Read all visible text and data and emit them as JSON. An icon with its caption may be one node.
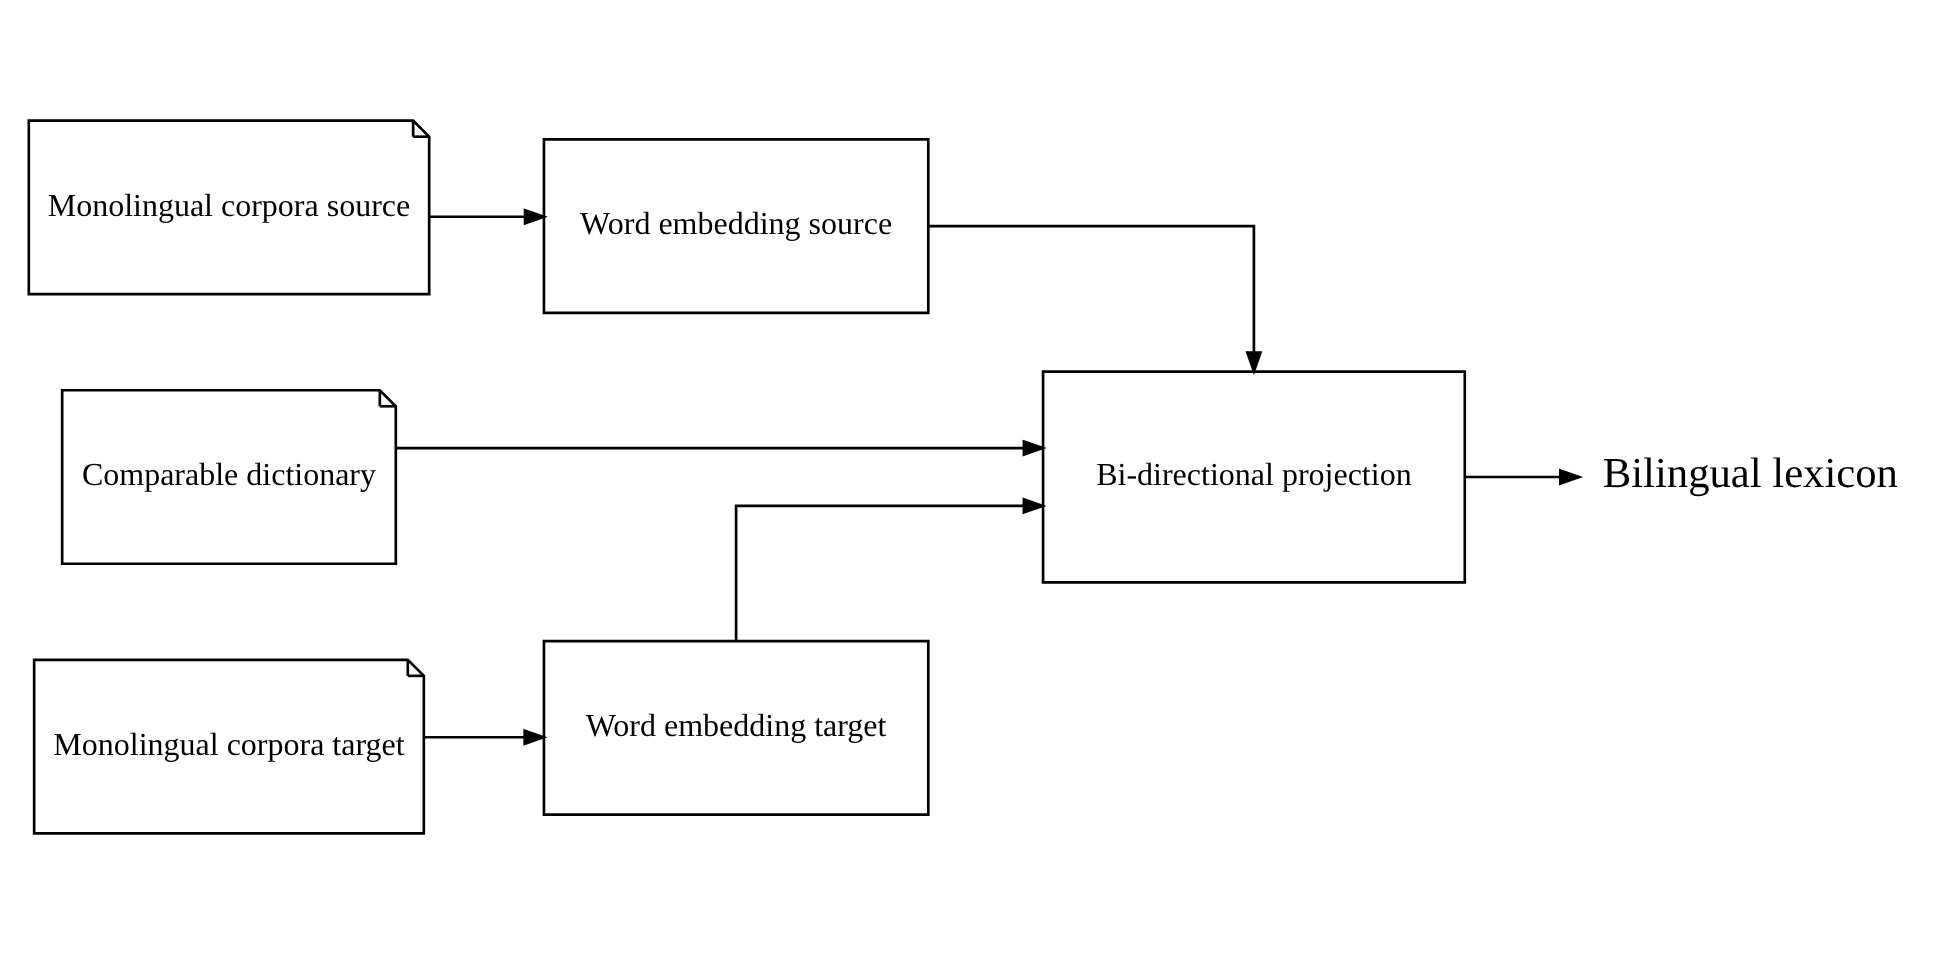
{
  "diagram": {
    "nodes": [
      {
        "text": [
          "Monolingual corpora source"
        ]
      },
      {
        "text": [
          "Word embedding source"
        ]
      },
      {
        "text": [
          "Comparable dictionary"
        ]
      },
      {
        "text": [
          "Bi-directional projection"
        ]
      },
      {
        "text": [
          "Bilingual lexicon"
        ]
      },
      {
        "text": [
          "Monolingual corpora target"
        ]
      },
      {
        "text": [
          "Word embedding target"
        ]
      }
    ],
    "edges": [
      {
        "from": 0,
        "to": 1,
        "arrow": "to"
      },
      {
        "from": 1,
        "to": 3,
        "arrow": "to"
      },
      {
        "from": 2,
        "to": 3,
        "arrow": "to"
      },
      {
        "from": 6,
        "to": 3,
        "arrow": "to"
      },
      {
        "from": 5,
        "to": 6,
        "arrow": "to"
      },
      {
        "from": 3,
        "to": 4,
        "arrow": "to"
      }
    ]
  }
}
